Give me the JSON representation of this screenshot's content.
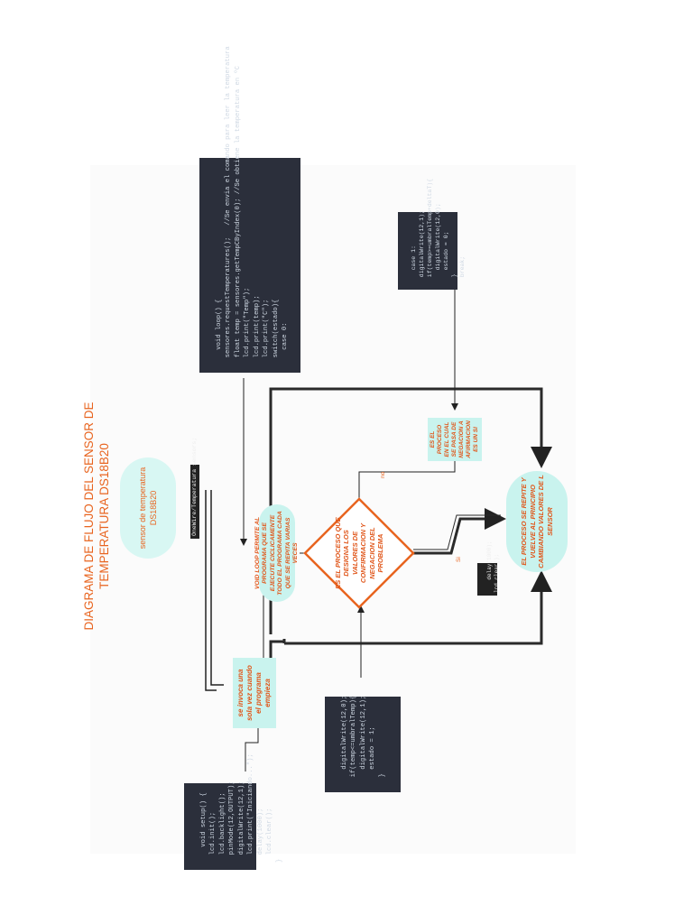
{
  "title": {
    "line1": "DIAGRAMA DE FLUJO DEL SENSOR DE",
    "line2": "TEMPERATURA DS18B20"
  },
  "nodes": {
    "start": "sensor de temperatura DS18B20",
    "setup_desc": "se invoca una sola vez cuando el programa empieza",
    "loop_desc": "VOID LOOP PERMITE AL PROGRAMA QUE SE EJECUTE CICLICAMENTE TODO EL PROGRAMA  CADA QUE SE REPITA VARIAS VECES",
    "decision": "ES EL PROCESO QUE DESIGNA LOS VALORES DE CONFIRMACION Y NEGACION DEL PROBLEMA",
    "no_branch": "ES EL PROCESO EN EL CUAL SE PASA DE NEGACION A AFIRMACION ES UN SI",
    "end": "EL PROCESO SE REPITE Y VUELVE AL PRINCIPIO CAMBIANDO VALORES DE L SENSOR"
  },
  "tags": {
    "sensor_tag": "OneWire/Temperatura sensors;",
    "delay_tag": "delay(1000);\nlcd.clear();"
  },
  "edge_labels": {
    "no": "no",
    "si": "Si"
  },
  "code": {
    "setup": "void setup() {\n  lcd.init();\n  lcd.backlight();\n  pinMode(12,OUTPUT);\n  digitalWrite(12,1);\n  lcd.print(\"Iniciando...\");\n  delay(1000);\n  lcd.clear();\n}",
    "loop": "void loop() {\n  sensores.requestTemperatures();   //Se envia el comando para leer la temperatura\n  float temp = sensores.getTempCByIndex(0); //Se obtiene la temperatura en ºC\n  lcd.print(\"Temp\");\n  lcd.print(temp);\n  lcd.print(\"C\");\n  switch(estado){\n    case 0:",
    "case_si": "digitalWrite(12,0);\n  if(temp<=umbralTemp){\n    digitalWrite(12,1);\n    estado = 1;\n  }",
    "case_no": "case 1:\n  digitalWrite(12,1);\n  if(temp>=umbralTemp+deltaT){\n    digitalWrite(12,0);\n    estado = 0;\n  }\n  break;"
  },
  "colors": {
    "accent": "#e8641f",
    "box_fill": "#c9f3ee",
    "code_bg": "#2b2f3b",
    "diamond_stroke": "#e8641f"
  }
}
